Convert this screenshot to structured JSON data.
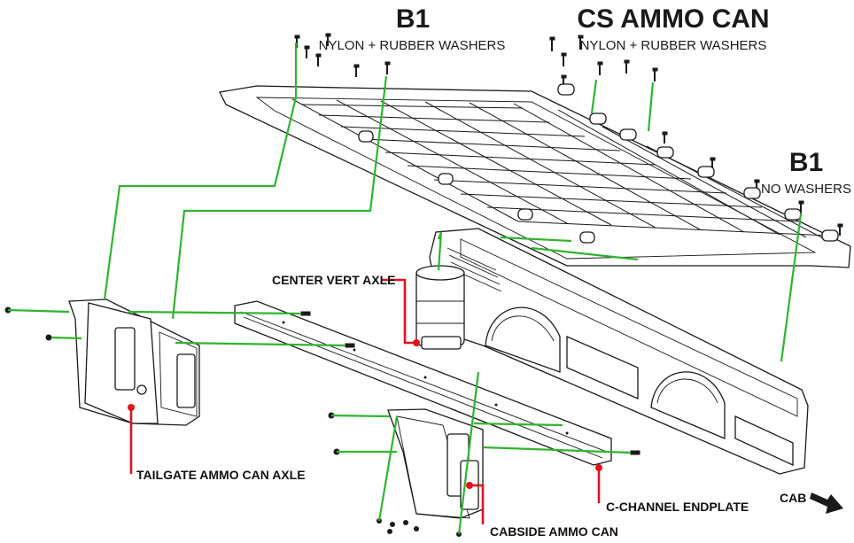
{
  "colors": {
    "green": "#2fb52f",
    "red": "#e3121b",
    "ink": "#1a1a1a"
  },
  "headers": {
    "b1_top": {
      "title": "B1",
      "subtitle": "NYLON + RUBBER WASHERS"
    },
    "cs_ammo": {
      "title": "CS AMMO CAN",
      "subtitle": "NYLON + RUBBER WASHERS"
    },
    "b1_right": {
      "title": "B1",
      "subtitle": "NO WASHERS"
    }
  },
  "callouts": {
    "center_vert_axle": "CENTER VERT AXLE",
    "tailgate_ammo_can_axle": "TAILGATE AMMO CAN AXLE",
    "c_channel_endplate": "C-CHANNEL ENDPLATE",
    "cabside_ammo_can": "CABSIDE AMMO CAN",
    "cab": "CAB"
  },
  "icons": {
    "cab_arrow": "arrow-right-down-icon"
  }
}
